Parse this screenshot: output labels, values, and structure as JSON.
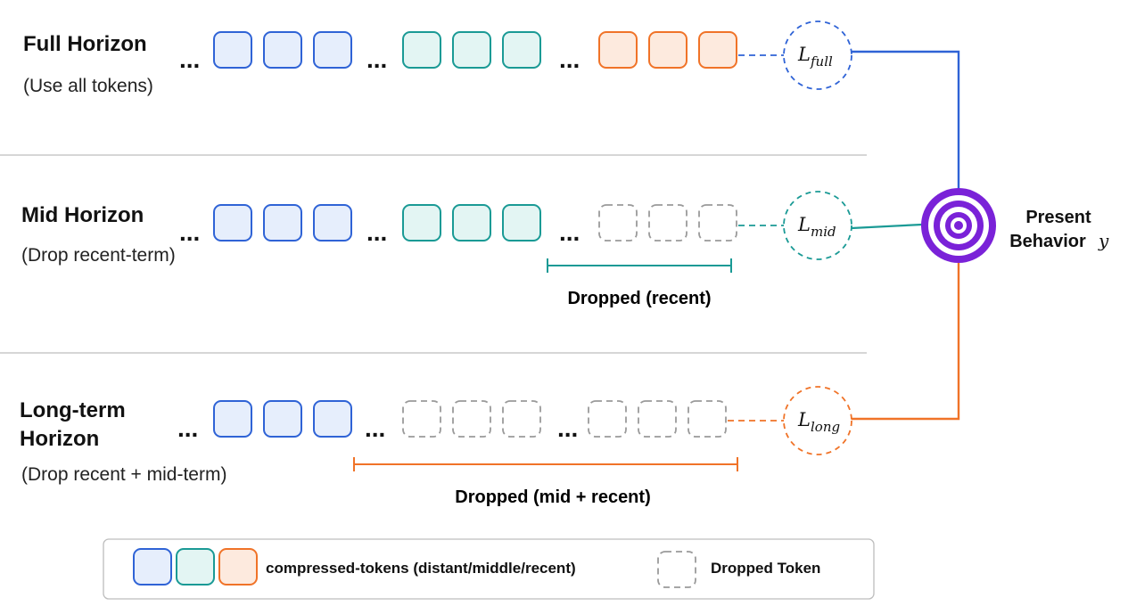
{
  "colors": {
    "distant_stroke": "#2f63d6",
    "distant_fill": "#e6eefc",
    "middle_stroke": "#1a9a95",
    "middle_fill": "#e3f5f3",
    "recent_stroke": "#f07328",
    "recent_fill": "#fdeade",
    "dropped_stroke": "#9a9a9a",
    "divider": "#bdbdbd",
    "target": "#7a22d8"
  },
  "rows": [
    {
      "title_lines": [
        "Full Horizon"
      ],
      "subtitle": "(Use all tokens)",
      "slots": [
        "distant",
        "distant",
        "distant",
        "middle",
        "middle",
        "middle",
        "recent",
        "recent",
        "recent"
      ],
      "ellipsis": "...",
      "loss": {
        "symbol": "L",
        "subscript": "full"
      },
      "line_color": "#2f63d6"
    },
    {
      "title_lines": [
        "Mid Horizon"
      ],
      "subtitle": "(Drop recent-term)",
      "slots": [
        "distant",
        "distant",
        "distant",
        "middle",
        "middle",
        "middle",
        "dropped",
        "dropped",
        "dropped"
      ],
      "ellipsis": "...",
      "loss": {
        "symbol": "L",
        "subscript": "mid"
      },
      "line_color": "#1a9a95",
      "drop_label": "Dropped (recent)",
      "drop_color": "#1a9a95"
    },
    {
      "title_lines": [
        "Long-term",
        "Horizon"
      ],
      "subtitle": "(Drop recent + mid-term)",
      "slots": [
        "distant",
        "distant",
        "distant",
        "dropped",
        "dropped",
        "dropped",
        "dropped",
        "dropped",
        "dropped"
      ],
      "ellipsis": "...",
      "loss": {
        "symbol": "L",
        "subscript": "long"
      },
      "line_color": "#f07328",
      "drop_label": "Dropped (mid + recent)",
      "drop_color": "#f07328"
    }
  ],
  "target": {
    "label_lines": [
      "Present",
      "Behavior"
    ],
    "variable": "y",
    "icon": "target-icon"
  },
  "legend": {
    "compressed_label": "compressed-tokens (distant/middle/recent)",
    "dropped_label": "Dropped Token"
  }
}
